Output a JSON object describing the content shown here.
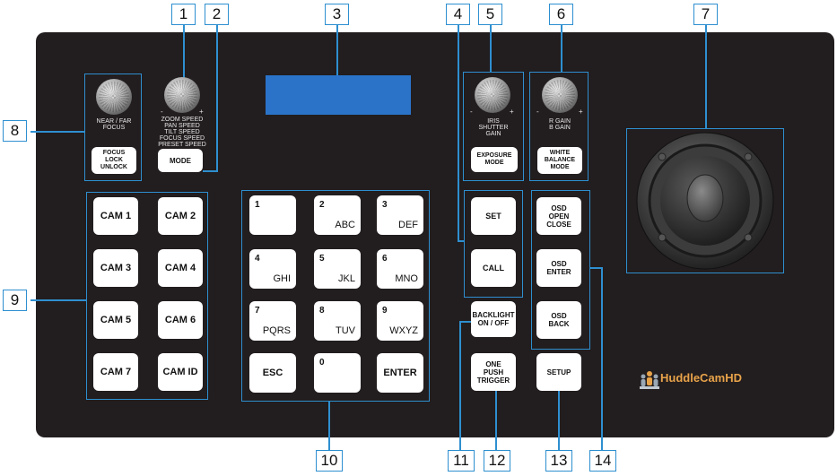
{
  "callouts": [
    "1",
    "2",
    "3",
    "4",
    "5",
    "6",
    "7",
    "8",
    "9",
    "10",
    "11",
    "12",
    "13",
    "14"
  ],
  "knobs": {
    "focus_label": "NEAR / FAR\nFOCUS",
    "speed_label": "ZOOM SPEED\nPAN SPEED\nTILT SPEED\nFOCUS SPEED\nPRESET SPEED",
    "exposure_label": "IRIS\nSHUTTER\nGAIN",
    "wb_label": "R GAIN\nB GAIN",
    "minus": "-",
    "plus": "+"
  },
  "buttons": {
    "focus_lock": "FOCUS\nLOCK\nUNLOCK",
    "mode": "MODE",
    "exposure_mode": "EXPOSURE\nMODE",
    "white_balance_mode": "WHITE\nBALANCE\nMODE",
    "cams": [
      "CAM 1",
      "CAM 2",
      "CAM 3",
      "CAM 4",
      "CAM 5",
      "CAM 6",
      "CAM 7",
      "CAM ID"
    ],
    "keypad": [
      {
        "digit": "1",
        "letters": ""
      },
      {
        "digit": "2",
        "letters": "ABC"
      },
      {
        "digit": "3",
        "letters": "DEF"
      },
      {
        "digit": "4",
        "letters": "GHI"
      },
      {
        "digit": "5",
        "letters": "JKL"
      },
      {
        "digit": "6",
        "letters": "MNO"
      },
      {
        "digit": "7",
        "letters": "PQRS"
      },
      {
        "digit": "8",
        "letters": "TUV"
      },
      {
        "digit": "9",
        "letters": "WXYZ"
      }
    ],
    "esc": "ESC",
    "zero": "0",
    "enter": "ENTER",
    "set": "SET",
    "call": "CALL",
    "backlight": "BACKLIGHT\nON / OFF",
    "one_push": "ONE\nPUSH\nTRIGGER",
    "setup": "SETUP",
    "osd_open_close": "OSD\nOPEN\nCLOSE",
    "osd_enter": "OSD\nENTER",
    "osd_back": "OSD\nBACK"
  },
  "logo": {
    "text": "HuddleCamHD",
    "color": "#e8a34a"
  },
  "colors": {
    "panel": "#221d1e",
    "callout_border": "#2e8fd0",
    "lcd": "#2a73c9"
  }
}
